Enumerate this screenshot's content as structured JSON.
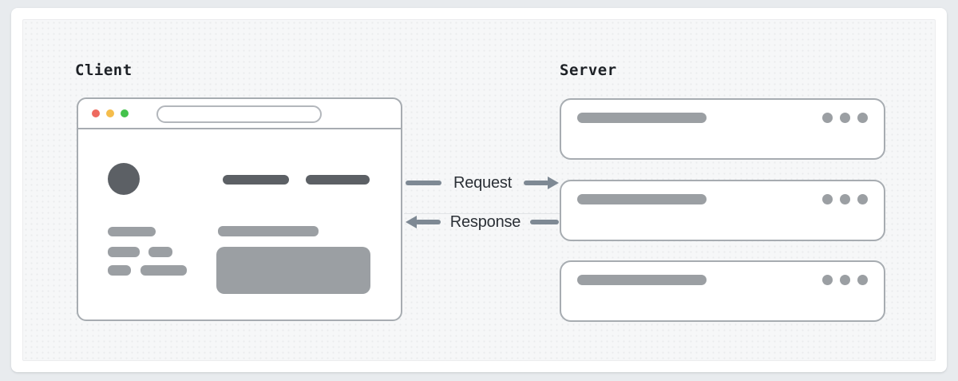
{
  "diagram": {
    "client": {
      "label": "Client",
      "browser": {
        "traffic_lights": [
          {
            "name": "close",
            "color": "#ee6a5f"
          },
          {
            "name": "minimize",
            "color": "#f5bd4c"
          },
          {
            "name": "maximize",
            "color": "#43c24b"
          }
        ],
        "border_color": "#a7acb1",
        "skeleton_dark_color": "#5c6065",
        "skeleton_light_color": "#9b9fa3"
      }
    },
    "flows": {
      "request": {
        "label": "Request",
        "direction": "left-to-right"
      },
      "response": {
        "label": "Response",
        "direction": "right-to-left"
      },
      "arrow_color": "#7e8994",
      "label_color": "#2b3036"
    },
    "server": {
      "label": "Server",
      "node_count": 3,
      "leds_per_node": 3,
      "border_color": "#a7acb1",
      "bar_color": "#9b9fa3"
    },
    "surface": {
      "page_background": "#e8ebee",
      "card_background": "#ffffff",
      "panel_background": "#f6f7f8"
    }
  }
}
